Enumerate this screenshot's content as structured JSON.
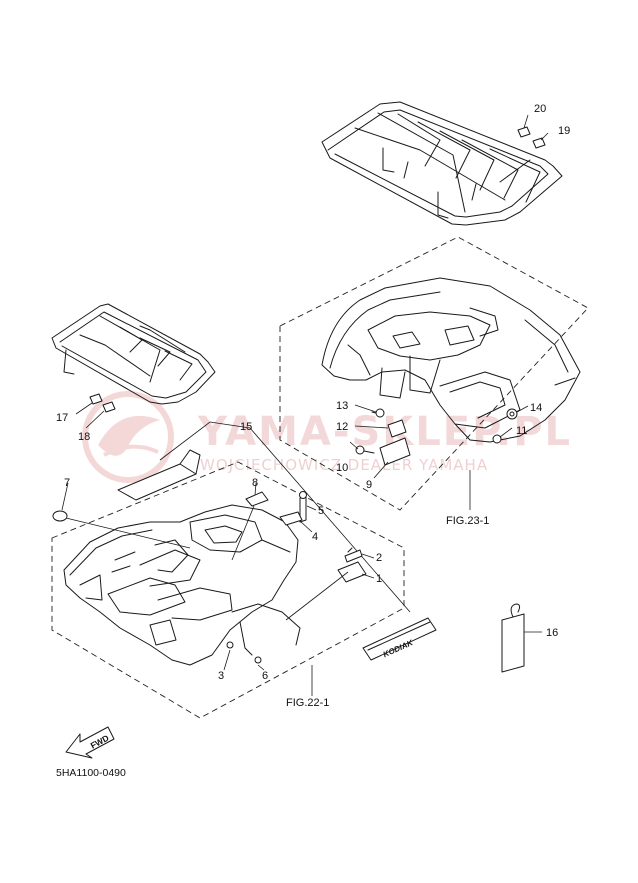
{
  "callouts": [
    {
      "id": "c1",
      "label": "1"
    },
    {
      "id": "c2",
      "label": "2"
    },
    {
      "id": "c3",
      "label": "3"
    },
    {
      "id": "c4",
      "label": "4"
    },
    {
      "id": "c5",
      "label": "5"
    },
    {
      "id": "c6",
      "label": "6"
    },
    {
      "id": "c7",
      "label": "7"
    },
    {
      "id": "c8",
      "label": "8"
    },
    {
      "id": "c9",
      "label": "9"
    },
    {
      "id": "c10",
      "label": "10"
    },
    {
      "id": "c11",
      "label": "11"
    },
    {
      "id": "c12",
      "label": "12"
    },
    {
      "id": "c13",
      "label": "13"
    },
    {
      "id": "c14",
      "label": "14"
    },
    {
      "id": "c15",
      "label": "15"
    },
    {
      "id": "c16",
      "label": "16"
    },
    {
      "id": "c17",
      "label": "17"
    },
    {
      "id": "c18",
      "label": "18"
    },
    {
      "id": "c19",
      "label": "19"
    },
    {
      "id": "c20",
      "label": "20"
    }
  ],
  "fig_refs": {
    "rear": "FIG.23-1",
    "front": "FIG.22-1"
  },
  "diagram_code": "5HA1100-0490",
  "arrow_label": "FWD",
  "decal_text": "KODIAK",
  "watermark": {
    "line1": "YAMA-SKLEP.PL",
    "line2": "WOJCIECHOWICZ DEALER YAMAHA"
  },
  "colors": {
    "line": "#1a1a1a",
    "watermark": "#e9b9b9"
  }
}
